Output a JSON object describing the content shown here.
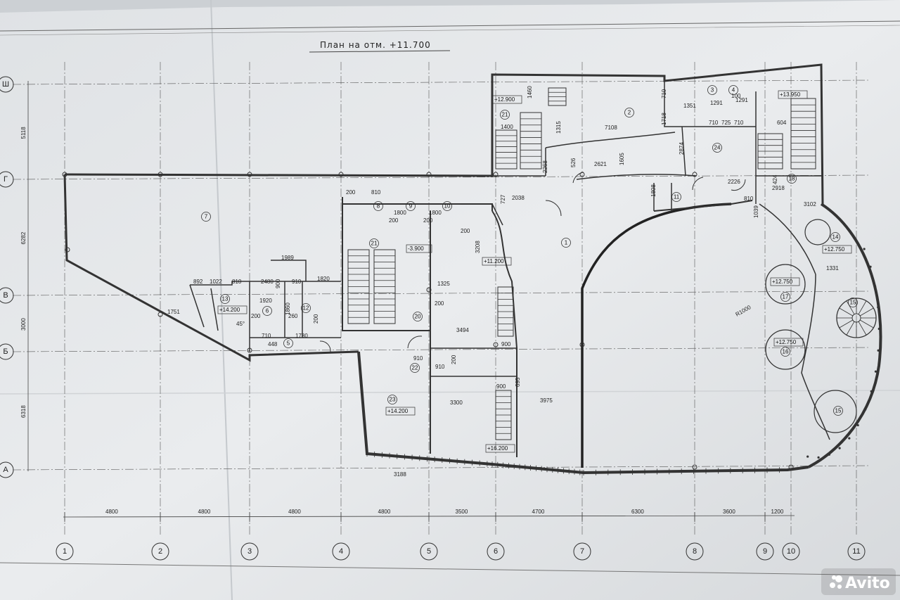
{
  "title": "План на отм. +11.700",
  "watermark": "Avito",
  "axes": {
    "columns": [
      "1",
      "2",
      "3",
      "4",
      "5",
      "6",
      "7",
      "8",
      "9",
      "10",
      "11"
    ],
    "rows": [
      "Ш",
      "Г",
      "В",
      "Б",
      "А"
    ]
  },
  "bottom_dimensions": [
    "4800",
    "4800",
    "4800",
    "4800",
    "3500",
    "4700",
    "6300",
    "3600",
    "1200"
  ],
  "left_dimensions": [
    "5118",
    "6282",
    "3000",
    "6318"
  ],
  "room_numbers": [
    "1",
    "2",
    "3",
    "4",
    "5",
    "6",
    "7",
    "8",
    "9",
    "10",
    "11",
    "12",
    "13",
    "14",
    "15",
    "15",
    "16",
    "17",
    "18",
    "20",
    "21",
    "21",
    "22",
    "23",
    "24"
  ],
  "level_marks": [
    "+12.900",
    "+13.950",
    "+11.200",
    "-3.900",
    "+14.200",
    "+14.200",
    "+16.200",
    "+12.750",
    "+12.750",
    "+12.750"
  ],
  "dimension_labels": [
    "1460",
    "1400",
    "1315",
    "7108",
    "710",
    "1718",
    "1351",
    "1291",
    "100",
    "1291",
    "710",
    "725",
    "710",
    "604",
    "526",
    "1605",
    "2621",
    "2268",
    "2874",
    "2226",
    "1808",
    "810",
    "2918",
    "3102",
    "1039",
    "424",
    "200",
    "810",
    "1800",
    "1800",
    "200",
    "200",
    "200",
    "727",
    "2038",
    "3208",
    "1325",
    "200",
    "3494",
    "900",
    "1989",
    "892",
    "1022",
    "810",
    "2480",
    "900",
    "910",
    "1820",
    "1920",
    "200",
    "1751",
    "1860",
    "260",
    "200",
    "45°",
    "710",
    "448",
    "1780",
    "910",
    "200",
    "910",
    "3300",
    "3975",
    "900",
    "695",
    "3188",
    "1331",
    "R1000"
  ]
}
